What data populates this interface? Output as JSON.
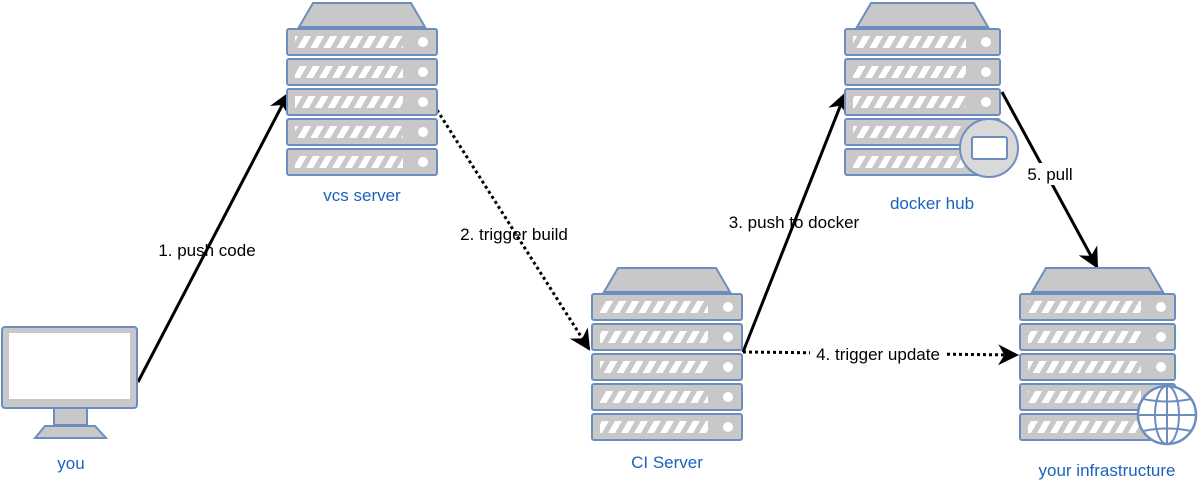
{
  "nodes": {
    "you": {
      "label": "you"
    },
    "vcs": {
      "label": "vcs server"
    },
    "ci": {
      "label": "CI Server"
    },
    "hub": {
      "label": "docker hub"
    },
    "infra": {
      "label": "your infrastructure"
    }
  },
  "edges": {
    "push_code": {
      "label": "1. push code",
      "style": "solid"
    },
    "trigger_build": {
      "label": "2. trigger build",
      "style": "dotted"
    },
    "push_docker": {
      "label": "3. push to docker",
      "style": "solid"
    },
    "trigger_update": {
      "label": "4. trigger update",
      "style": "dotted"
    },
    "pull": {
      "label": "5. pull",
      "style": "solid"
    }
  },
  "colors": {
    "label_blue": "#1a63bd",
    "server_fill": "#c8c8c8",
    "server_stroke": "#6c8ebf",
    "edge": "#000000"
  },
  "icons": {
    "you": "computer-monitor-icon",
    "vcs": "server-rack-icon",
    "ci": "server-rack-icon",
    "hub": "server-rack-with-screen-icon",
    "infra": "server-rack-with-globe-icon"
  }
}
